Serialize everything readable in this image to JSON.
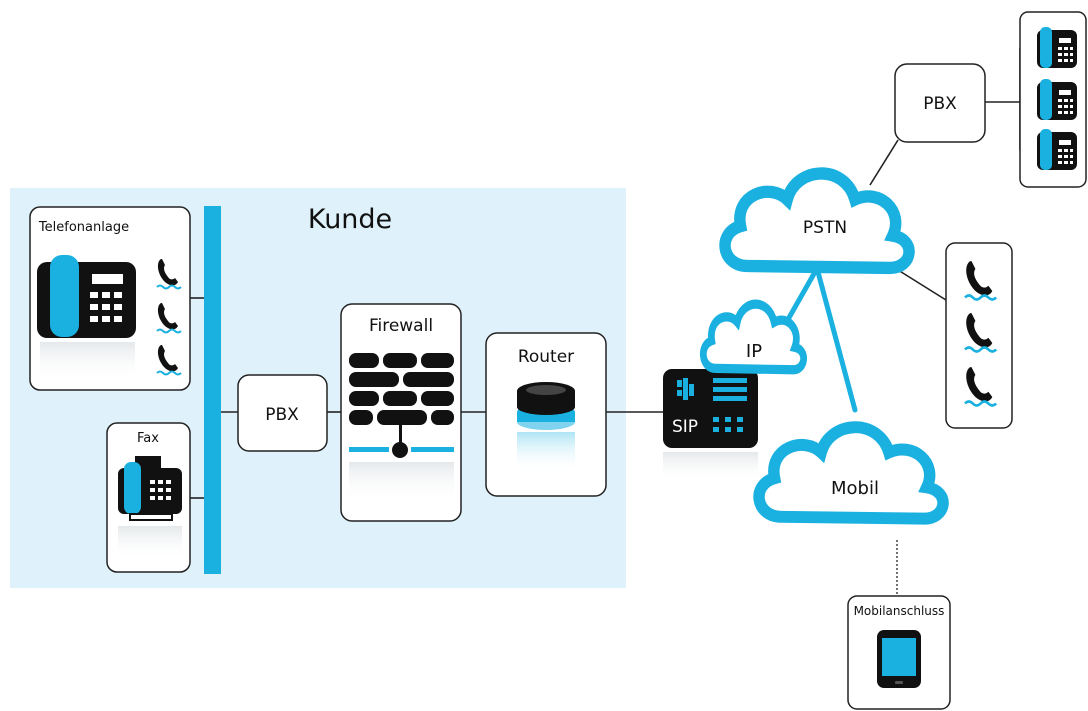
{
  "colors": {
    "accent": "#1ab1e0",
    "zone": "#dff2fb",
    "ink": "#111111"
  },
  "zone": {
    "title": "Kunde"
  },
  "nodes": {
    "telefonanlage": "Telefonanlage",
    "fax": "Fax",
    "pbx_local": "PBX",
    "firewall": "Firewall",
    "router": "Router",
    "sip": "SIP",
    "ip": "IP",
    "pstn": "PSTN",
    "mobil": "Mobil",
    "pbx_remote": "PBX",
    "mobilanschluss": "Mobilanschluss"
  },
  "icons": [
    "desk-phone-icon",
    "handset-icon",
    "fax-icon",
    "firewall-icon",
    "router-icon",
    "sip-gateway-icon",
    "cloud-icon",
    "smartphone-icon"
  ]
}
